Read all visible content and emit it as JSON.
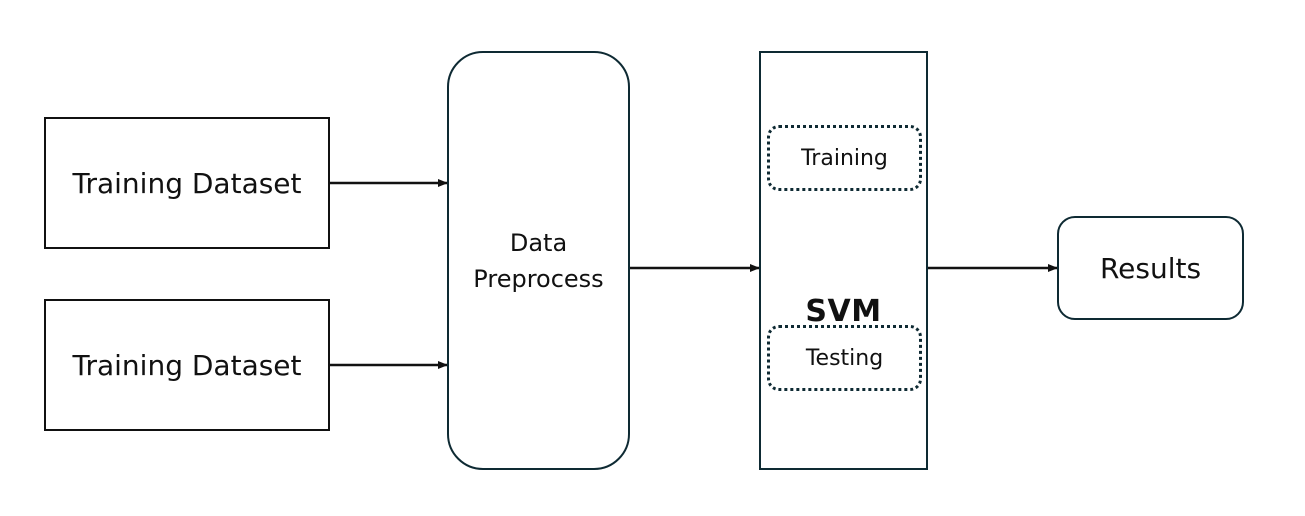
{
  "nodes": {
    "training_dataset_1": "Training Dataset",
    "training_dataset_2": "Training Dataset",
    "preprocess": [
      "Data",
      "Preprocess"
    ],
    "svm": "SVM",
    "svm_training": "Training",
    "svm_testing": "Testing",
    "results": "Results"
  },
  "edges": [
    {
      "from": "training_dataset_1",
      "to": "preprocess"
    },
    {
      "from": "training_dataset_2",
      "to": "preprocess"
    },
    {
      "from": "preprocess",
      "to": "svm"
    },
    {
      "from": "svm",
      "to": "results"
    }
  ],
  "colors": {
    "stroke": "#111111",
    "accent_stroke": "#0e2a33",
    "background": "#ffffff"
  }
}
